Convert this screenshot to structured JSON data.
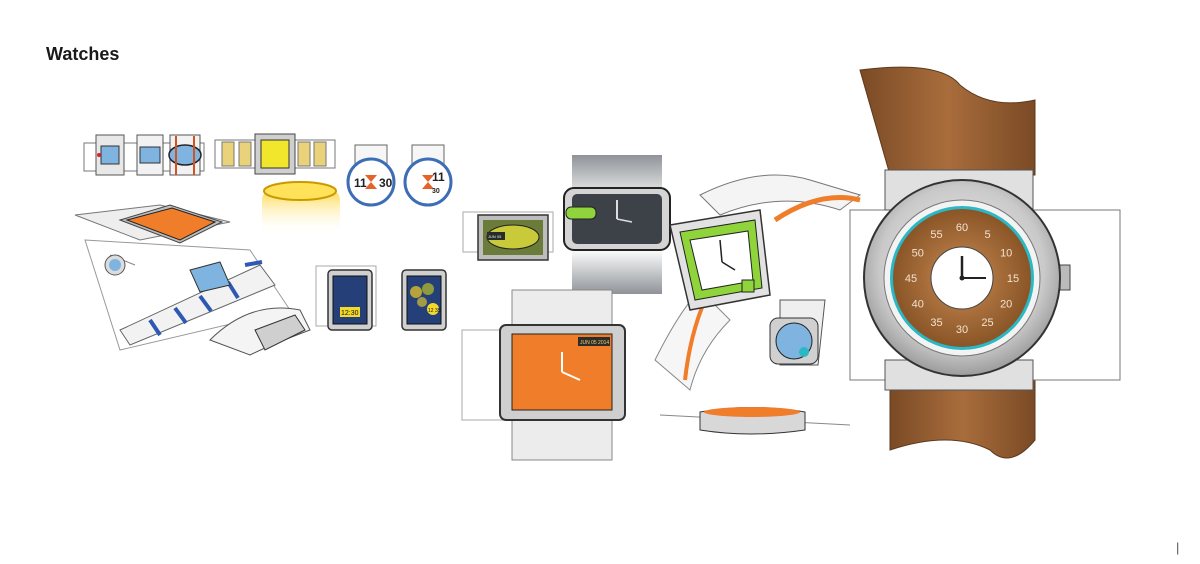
{
  "page": {
    "title": "Watches",
    "page_marker": "|"
  },
  "sketch_text": {
    "digital_time_1_hour": "11",
    "digital_time_1_min": "30",
    "digital_time_2_hour": "11",
    "digital_time_2_min": "30",
    "square_watch_time": "12:30",
    "square_watch_mini": "12 35",
    "orange_watch_date": "JUN 05 2014",
    "olive_watch_date": "JUN 05"
  },
  "big_dial_numbers": [
    "60",
    "5",
    "10",
    "15",
    "20",
    "25",
    "30",
    "35",
    "40",
    "45",
    "50",
    "55"
  ],
  "colors": {
    "orange": "#f07d2a",
    "green": "#8fd43a",
    "brown_leather": "#9a6437",
    "teal_ring": "#2bb8c4",
    "navy": "#253f78",
    "yellow": "#f2d92a",
    "sky_blue": "#7fb4e0"
  }
}
